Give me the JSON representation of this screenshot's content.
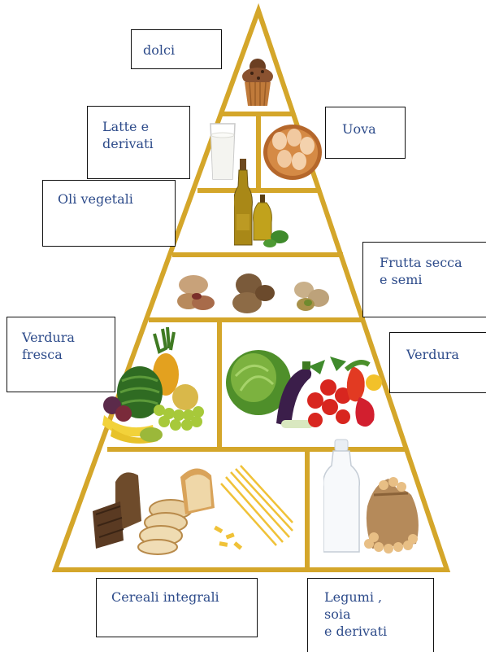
{
  "colors": {
    "frame": "#d4a62a",
    "background": "#ffffff",
    "label_text": "#2d4b8a",
    "box_border": "#111111"
  },
  "labels": {
    "sweets": "dolci",
    "milk": "Latte  e\nderivati",
    "eggs": "Uova",
    "oils": "Oli vegetali",
    "nuts": "Frutta secca\ne semi",
    "fruit": "Verdura\nfresca",
    "vegetables": "Verdura",
    "cereals": "Cereali integrali",
    "legumes": "Legumi ,\nsoia\ne derivati"
  },
  "food_icons": {
    "sweets": "muffin-icon",
    "milk": "milk-glass-icon",
    "eggs": "egg-basket-icon",
    "oils": "oil-bottle-icon",
    "nuts": "nuts-icon",
    "fruit": "fruit-bowl-icon",
    "vegetables": "vegetables-icon",
    "cereals": "bread-pasta-icon",
    "legumes": "milk-bottle-chickpeas-icon"
  }
}
